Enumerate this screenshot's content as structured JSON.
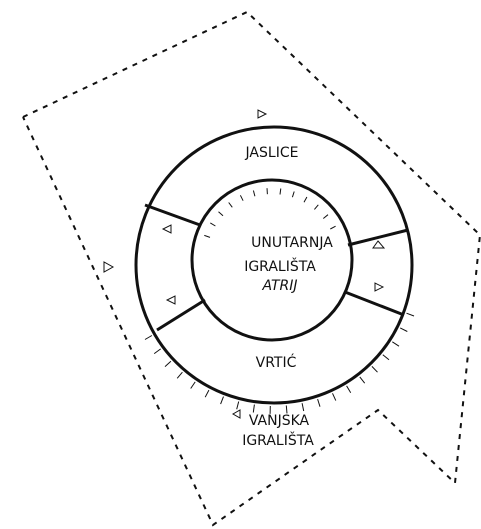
{
  "labels": {
    "jaslice": "JASLICE",
    "unutarnja_line1": "UNUTARNJA",
    "unutarnja_line2": "IGRALIŠTA",
    "atrij": "ATRIJ",
    "vrtic": "VRTIĆ",
    "vanjska_line1": "VANJSKA",
    "vanjska_line2": "IGRALIŠTA"
  },
  "colors": {
    "stroke": "#111111",
    "background": "#ffffff"
  }
}
